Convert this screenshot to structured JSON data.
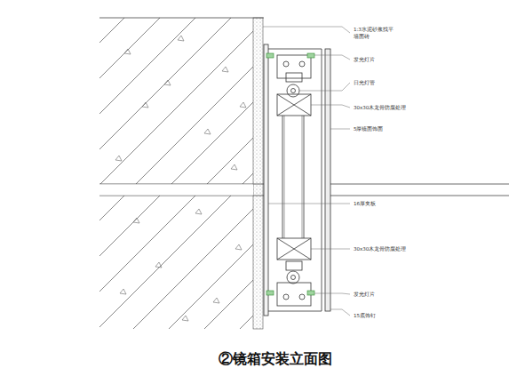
{
  "diagram": {
    "title": "②镜箱安装立面图",
    "labels": [
      "1:3水泥砂浆找平 墙面砖",
      "发光灯片",
      "日光灯管",
      "30x30木龙骨防腐处理",
      "5厚镜面饰面",
      "16厚夹板",
      "30x30木龙骨防腐处理",
      "发光灯片",
      "15底饰钉"
    ]
  }
}
